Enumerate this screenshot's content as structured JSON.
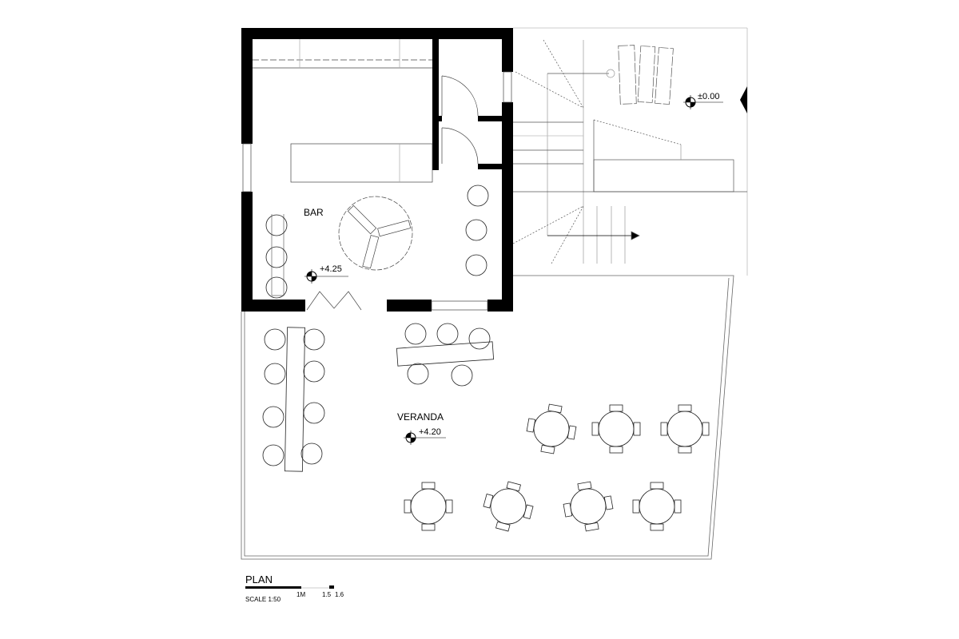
{
  "rooms": {
    "bar": {
      "name": "BAR",
      "level": "+4.25"
    },
    "veranda": {
      "name": "VERANDA",
      "level": "+4.20"
    },
    "entrance": {
      "level": "±0.00"
    }
  },
  "legend": {
    "title": "PLAN",
    "scale": "SCALE 1:50",
    "tick_1": "1M",
    "tick_2": "1.5",
    "tick_3": "1.6"
  },
  "colors": {
    "wall": "#000000",
    "line": "#333333",
    "light_line": "#aaaaaa"
  }
}
